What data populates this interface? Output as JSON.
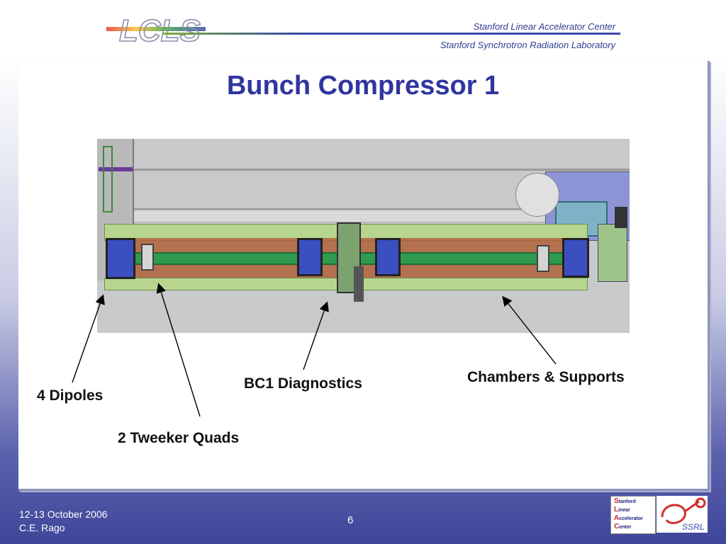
{
  "header": {
    "logo_text": "LCLS",
    "org_line1": "Stanford Linear Accelerator Center",
    "org_line2": "Stanford Synchrotron Radiation Laboratory"
  },
  "slide": {
    "title": "Bunch Compressor 1"
  },
  "labels": {
    "dipoles": "4 Dipoles",
    "quads": "2 Tweeker Quads",
    "diagnostics": "BC1 Diagnostics",
    "chambers": "Chambers & Supports"
  },
  "footer": {
    "date": "12-13 October 2006",
    "author": "C.E. Rago",
    "page": "6",
    "slac_lines": [
      "S",
      "tanford",
      "L",
      "inear",
      "A",
      "ccelerator",
      "C",
      "enter"
    ],
    "ssrl_text": "SSRL"
  },
  "colors": {
    "title": "#3035a0",
    "header_rule": "#3b47a8",
    "background_bottom": "#3f4699"
  }
}
